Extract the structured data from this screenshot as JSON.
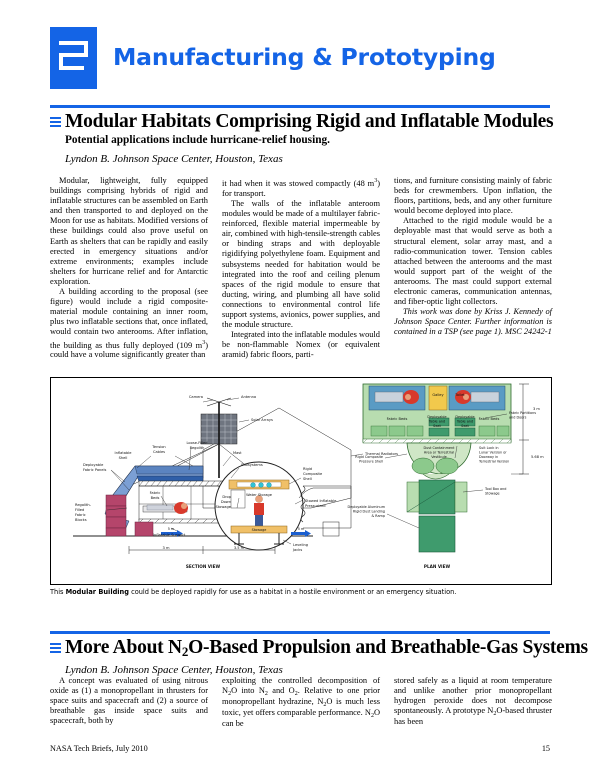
{
  "banner": {
    "title": "Manufacturing & Prototyping",
    "logo_icon": "nasa-tech-briefs-mark-icon",
    "accent_color": "#1464e6"
  },
  "article1": {
    "title_part1": "Modular Habitats Comprising Rigid and Inflatable Modules",
    "subtitle": "Potential applications include hurricane-relief housing.",
    "organization": "Lyndon B. Johnson Space Center, Houston, Texas",
    "col1_p1": "Modular, lightweight, fully equipped buildings comprising hybrids of rigid and inflatable structures can be assembled on Earth and then transported to and deployed on the Moon for use as habitats. Modified versions of these buildings could also prove useful on Earth as shelters that can be rapidly and easily erected in emergency situations and/or extreme environments; examples include shelters for hurricane relief and for Antarctic exploration.",
    "col1_p2_a": "A building according to the proposal (see figure) would include a rigid composite-material module containing an inner room, plus two inflatable sections that, once inflated, would contain two anterooms. After inflation, the building as thus fully deployed (109 m",
    "col1_p2_sup": "3",
    "col1_p2_b": ") could have a volume significantly greater than",
    "col2_p1_a": "it had when it was stowed compactly (48 m",
    "col2_p1_sup": "3",
    "col2_p1_b": ") for transport.",
    "col2_p2": "The walls of the inflatable anteroom modules would be made of a multilayer fabric-reinforced, flexible material impermeable by air, combined with high-tensile-strength cables or binding straps and with deployable rigidifying polyethylene foam. Equipment and subsystems needed for habitation would be integrated into the roof and ceiling plenum spaces of the rigid module to ensure that ducting, wiring, and plumbing all have solid connections to environmental control life support systems, avionics, power supplies, and the module structure.",
    "col2_p3": "Integrated into the inflatable modules would be non-flammable Nomex (or equivalent aramid) fabric floors, parti-",
    "col3_p1": "tions, and furniture consisting mainly of fabric beds for crewmembers. Upon inflation, the floors, partitions, beds, and any other furniture would become deployed into place.",
    "col3_p2": "Attached to the rigid module would be a deployable mast that would serve as both a structural element, solar array mast, and a radio-communication tower. Tension cables attached between the anterooms and the mast would support part of the weight of the anterooms. The mast could support external electronic cameras, communication antennas, and fiber-optic light collectors.",
    "col3_p3_italic": "This work was done by Kriss J. Kennedy of Johnson Space Center. Further information is contained in a TSP (see page 1). MSC 24242-1"
  },
  "figure": {
    "caption_lead": "This ",
    "caption_bold": "Modular Building",
    "caption_rest": " could be deployed rapidly for use as a habitat in a hostile environment or an emergency situation.",
    "section_view_label": "SECTION VIEW",
    "plan_view_label": "PLAN VIEW",
    "section_labels": {
      "camera": "Camera",
      "antenna": "Antenna",
      "solar_arrays": "Solar Arrays",
      "thermal_radiators": "Thermal Radiators",
      "tension_cables": "Tension Cables",
      "inflatable_shell": "Inflatable Shell",
      "deployable_fabric_panels": "Deployable Fabric Panels",
      "loose_filled_regolith": "Loose-Filled Regolith",
      "mast": "Mast",
      "subsystems": "Subsystems",
      "rigid_composite_shell": "Rigid Composite Shell",
      "water_storage": "Water Storage",
      "stowed_inflatable_pressurized": "Stowed Inflatable Pressurized",
      "regolith_filled_fabric_blocks": "Regolith-Filled Fabric Blocks",
      "fabric_beds": "Fabric Beds",
      "drop_down_stowage": "Drop Down Stowage",
      "inflatable_support": "Inflatable Support",
      "stowage": "Stowage",
      "leveling_jacks": "Leveling Jacks",
      "dim_left": "3 m",
      "dim_right": "3.5 m",
      "arrow_left": "5 m",
      "arrow_right": "5 m"
    },
    "plan_labels": {
      "fabric_beds_left": "Fabric Beds",
      "fabric_beds_right": "Fabric Beds",
      "galley": "Galley",
      "toilet": "Toilet",
      "deployable_table_seat_left": "Deployable Table and Seat",
      "deployable_table_seat_right": "Deployable Table and Seat",
      "fabric_partitions_doors": "Fabric Partitions and Doors",
      "dust_containment": "Dust Containment Area or Terrestrial Vestibule",
      "suit_lock": "Suit Lock in Lunar Version or Doorway in Terrestrial Version",
      "rigid_composite_pressure_shell": "Rigid Composite Pressure Shell",
      "tool_box_stowage": "Tool Box and Stowage",
      "deployable_aluminum_ramp": "Deployable Aluminum Rigid Dust Landing & Ramp",
      "dim_vertical_top": "3 m",
      "dim_vertical_bottom": "5.68 m"
    },
    "colors": {
      "inflatable_blue": "#7b9fd4",
      "regolith_red": "#b5456b",
      "module_tan": "#f0c068",
      "plan_green_light": "#b8ddb0",
      "plan_green_mid": "#5aa85a",
      "plan_bed_blue": "#5a9bc4",
      "plan_galley_yellow": "#f2c94c",
      "plan_toilet_blue": "#cfe4f5",
      "person_red": "#d8392b",
      "person_blue": "#3a5a9a"
    }
  },
  "article2": {
    "title_a": "More About N",
    "title_sub": "2",
    "title_b": "O-Based Propulsion and Breathable-Gas Systems",
    "organization": "Lyndon B. Johnson Space Center, Houston, Texas",
    "col1_p1": "A concept was evaluated of using nitrous oxide as (1) a monopropellant in thrusters for space suits and spacecraft and (2) a source of breathable gas inside space suits and spacecraft, both by",
    "col2_p1_a": "exploiting the controlled decomposition of N",
    "col2_sub1": "2",
    "col2_p1_b": "O into N",
    "col2_sub2": "2",
    "col2_p1_c": " and O",
    "col2_sub3": "2",
    "col2_p1_d": ". Relative to one prior monopropellant hydrazine, N",
    "col2_sub4": "2",
    "col2_p1_e": "O is much less toxic, yet offers comparable performance. N",
    "col2_sub5": "2",
    "col2_p1_f": "O can be",
    "col3_p1_a": "stored safely as a liquid at room temperature and unlike another prior monopropellant hydrogen peroxide does not decompose spontaneously. A prototype N",
    "col3_sub1": "2",
    "col3_p1_b": "O-based thruster has been"
  },
  "footer": {
    "publication": "NASA Tech Briefs, July 2010",
    "page_number": "15"
  }
}
